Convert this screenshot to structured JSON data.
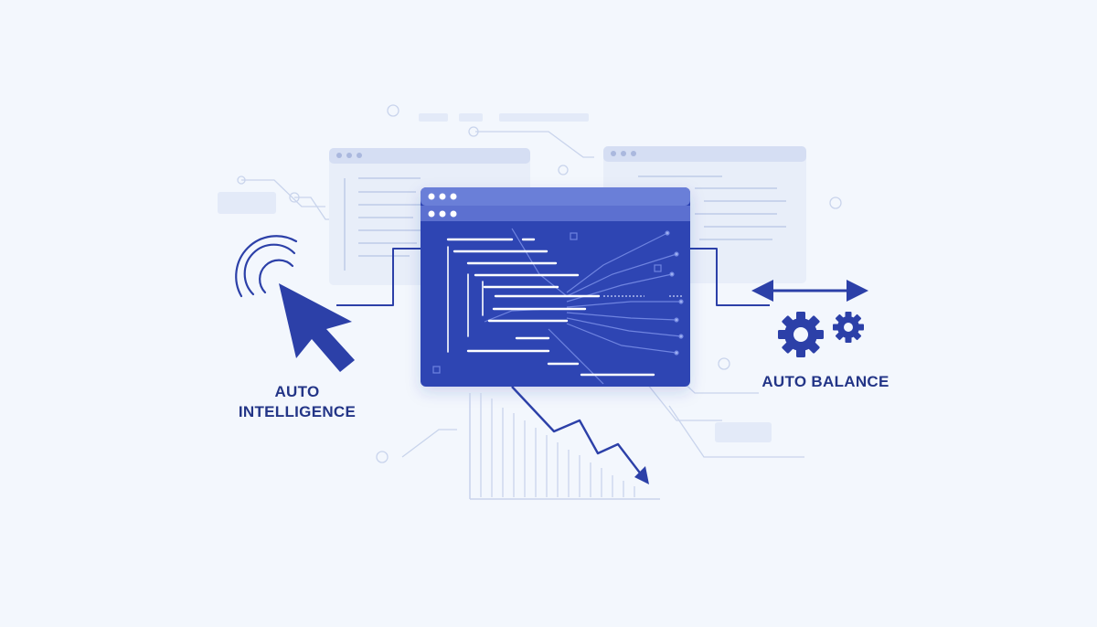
{
  "labels": {
    "auto_intelligence_line1": "AUTO",
    "auto_intelligence_line2": "INTELLIGENCE",
    "auto_balance": "AUTO BALANCE"
  },
  "icons": {
    "left": "pointer-arrow-icon",
    "left_signal": "signal-waves-icon",
    "right_top": "double-arrow-icon",
    "right": "gears-icon",
    "bottom": "downtrend-arrow-icon"
  },
  "colors": {
    "background": "#f3f7fd",
    "accent": "#2c40a8",
    "panel_light": "#e3eaf8",
    "panel_bar": "#d5def3",
    "main_panel": "#2f44b3",
    "main_header": "#5b6fd0",
    "text": "#233587"
  }
}
